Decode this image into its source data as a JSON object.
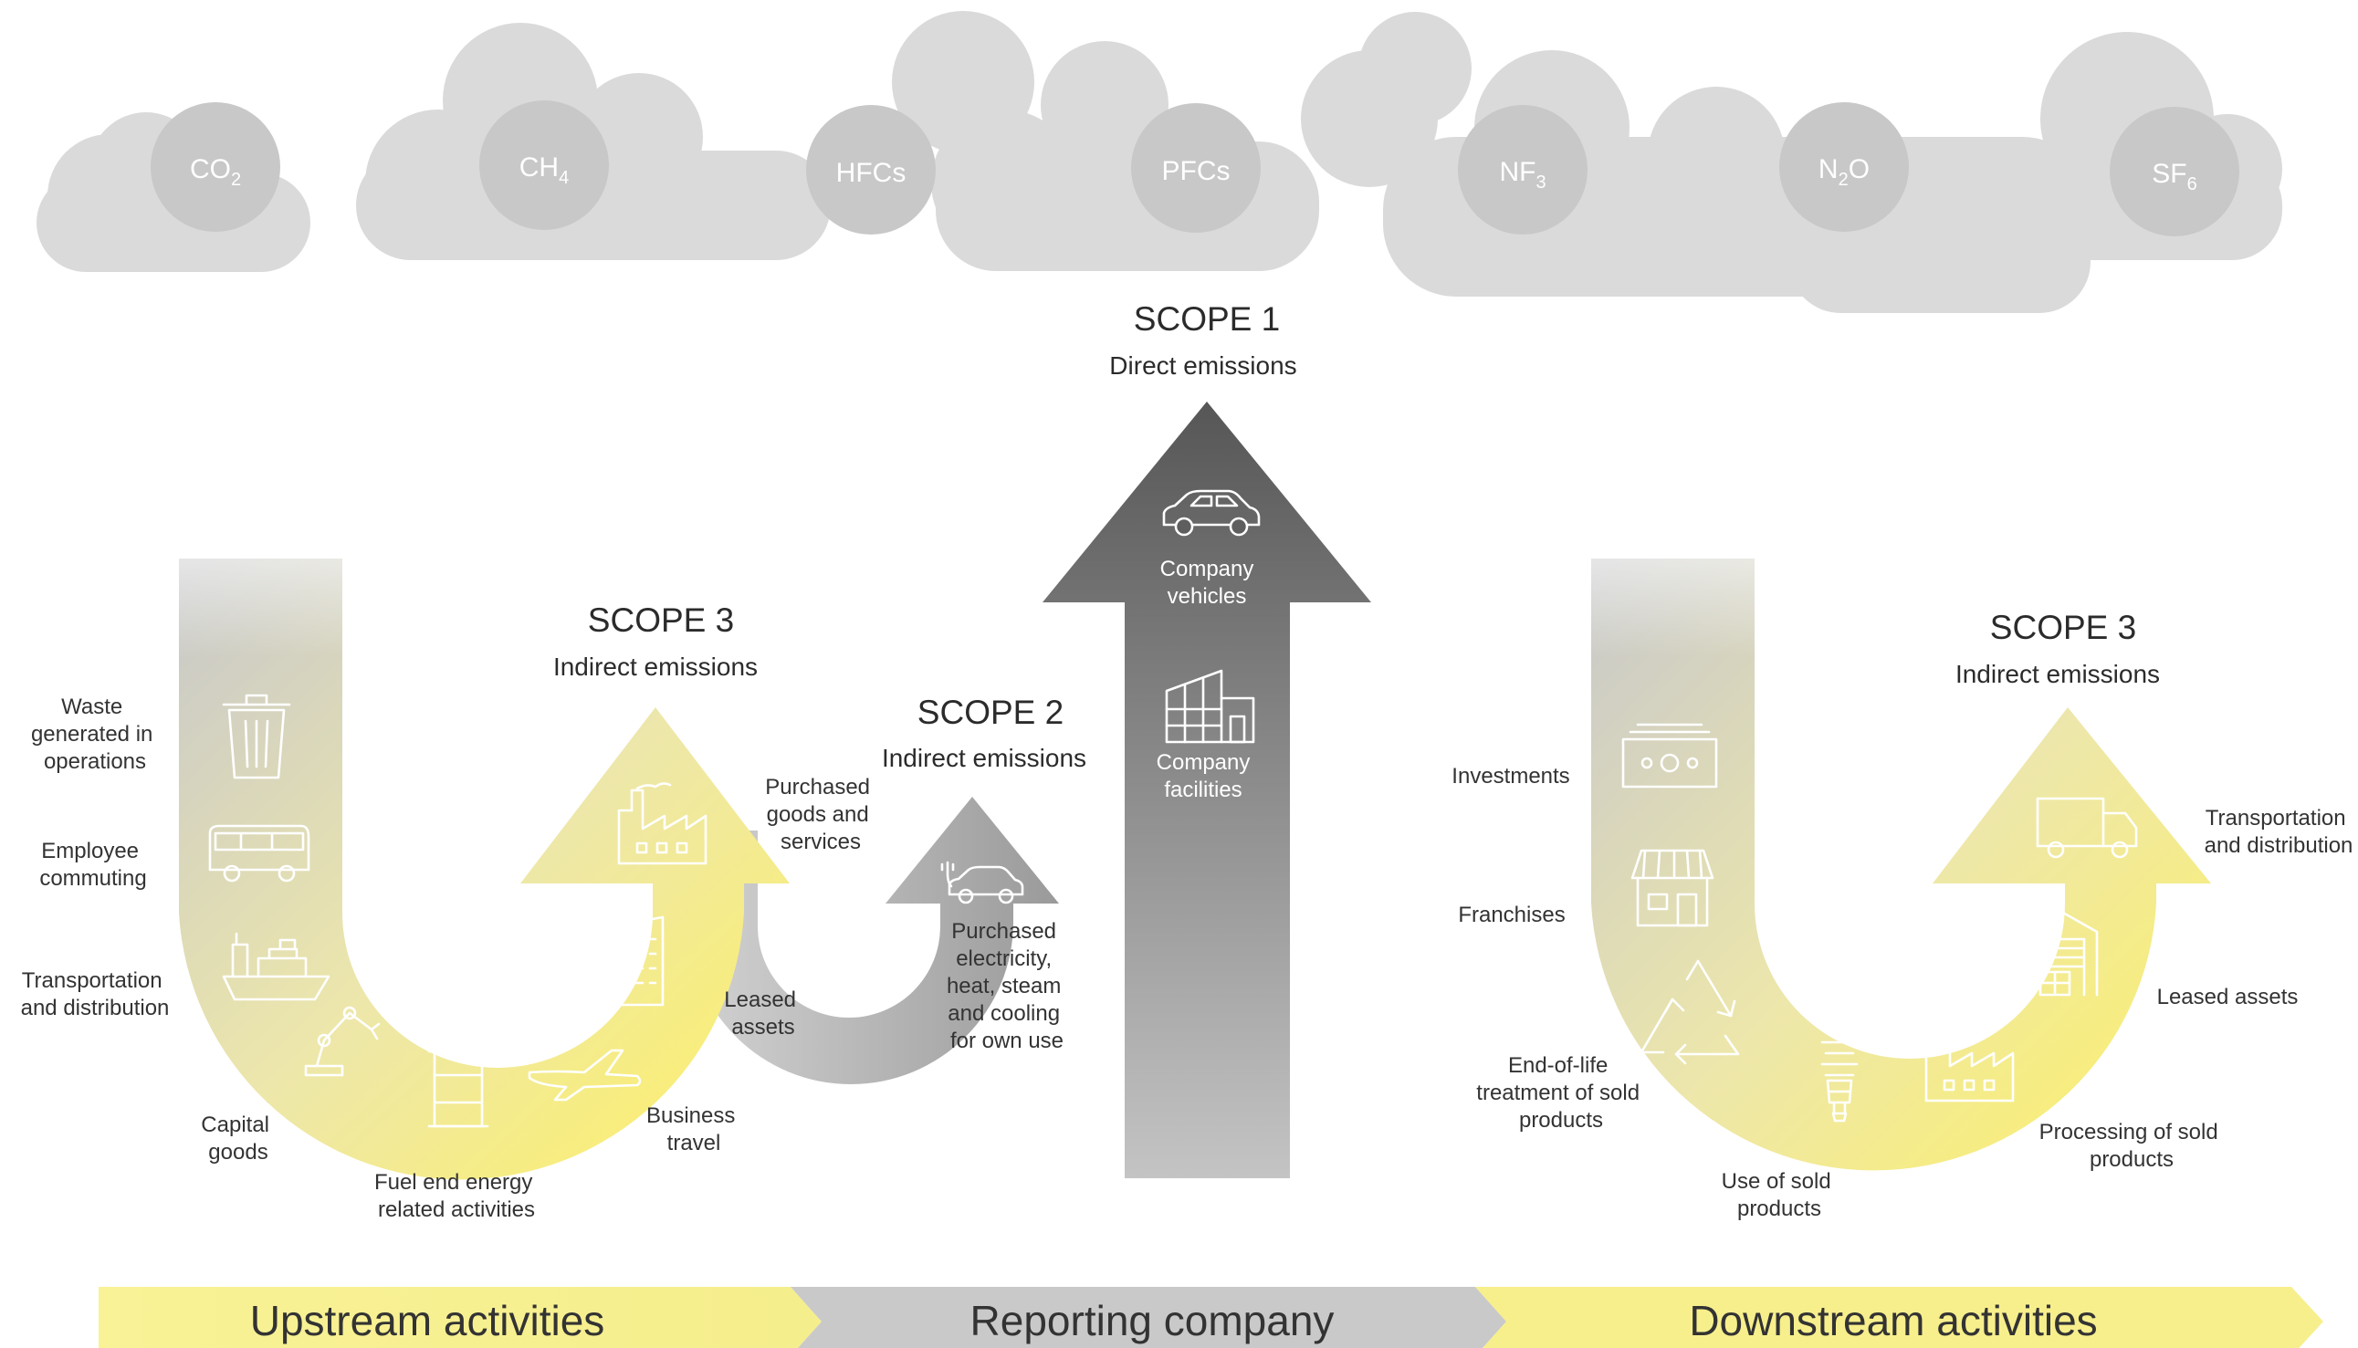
{
  "gases": [
    {
      "base": "CO",
      "sub": "2"
    },
    {
      "base": "CH",
      "sub": "4"
    },
    {
      "base": "HFCs",
      "sub": ""
    },
    {
      "base": "PFCs",
      "sub": ""
    },
    {
      "base": "NF",
      "sub": "3"
    },
    {
      "base": "N",
      "sub": "2",
      "tail": "O"
    },
    {
      "base": "SF",
      "sub": "6"
    }
  ],
  "scope1": {
    "title": "SCOPE 1",
    "subtitle": "Direct emissions",
    "items": [
      {
        "lines": [
          "Company",
          "vehicles"
        ],
        "icon": "car-icon"
      },
      {
        "lines": [
          "Company",
          "facilities"
        ],
        "icon": "building-icon"
      }
    ]
  },
  "scope2": {
    "title": "SCOPE 2",
    "subtitle": "Indirect emissions",
    "label": [
      "Purchased",
      "electricity,",
      "heat, steam",
      "and cooling",
      "for own use"
    ],
    "icon": "electric-car-icon"
  },
  "scope3_upstream": {
    "title": "SCOPE 3",
    "subtitle": "Indirect emissions",
    "labels": {
      "waste": [
        "Waste",
        "generated in",
        "operations"
      ],
      "commuting": [
        "Employee",
        "commuting"
      ],
      "transport": [
        "Transportation",
        "and distribution"
      ],
      "capital": [
        "Capital",
        "goods"
      ],
      "fuel": [
        "Fuel end energy",
        "related activities"
      ],
      "travel": [
        "Business",
        "travel"
      ],
      "leased": [
        "Leased",
        "assets"
      ],
      "purchased": [
        "Purchased",
        "goods and",
        "services"
      ]
    },
    "icons": [
      "trash-icon",
      "bus-icon",
      "ship-icon",
      "robot-arm-icon",
      "barrel-icon",
      "airplane-icon",
      "office-tower-icon",
      "factory-icon"
    ]
  },
  "scope3_downstream": {
    "title": "SCOPE 3",
    "subtitle": "Indirect emissions",
    "labels": {
      "investments": [
        "Investments"
      ],
      "franchises": [
        "Franchises"
      ],
      "eol": [
        "End-of-life",
        "treatment of sold",
        "products"
      ],
      "use": [
        "Use of sold",
        "products"
      ],
      "processing": [
        "Processing of sold",
        "products"
      ],
      "leased": [
        "Leased assets"
      ],
      "transport": [
        "Transportation",
        "and distribution"
      ]
    },
    "icons": [
      "money-icon",
      "store-icon",
      "recycle-icon",
      "lightbulb-icon",
      "factory-icon",
      "warehouse-icon",
      "truck-icon"
    ]
  },
  "bands": {
    "upstream": "Upstream activities",
    "reporting": "Reporting company",
    "downstream": "Downstream activities"
  },
  "colors": {
    "cloud": "#dadada",
    "gas_circle": "#c8c8c8",
    "yellow": "#f7ef8c",
    "grey_band": "#c9c9c9",
    "scope1_dark": "#5e5e5e",
    "scope2_grey": "#a8a8a8"
  }
}
